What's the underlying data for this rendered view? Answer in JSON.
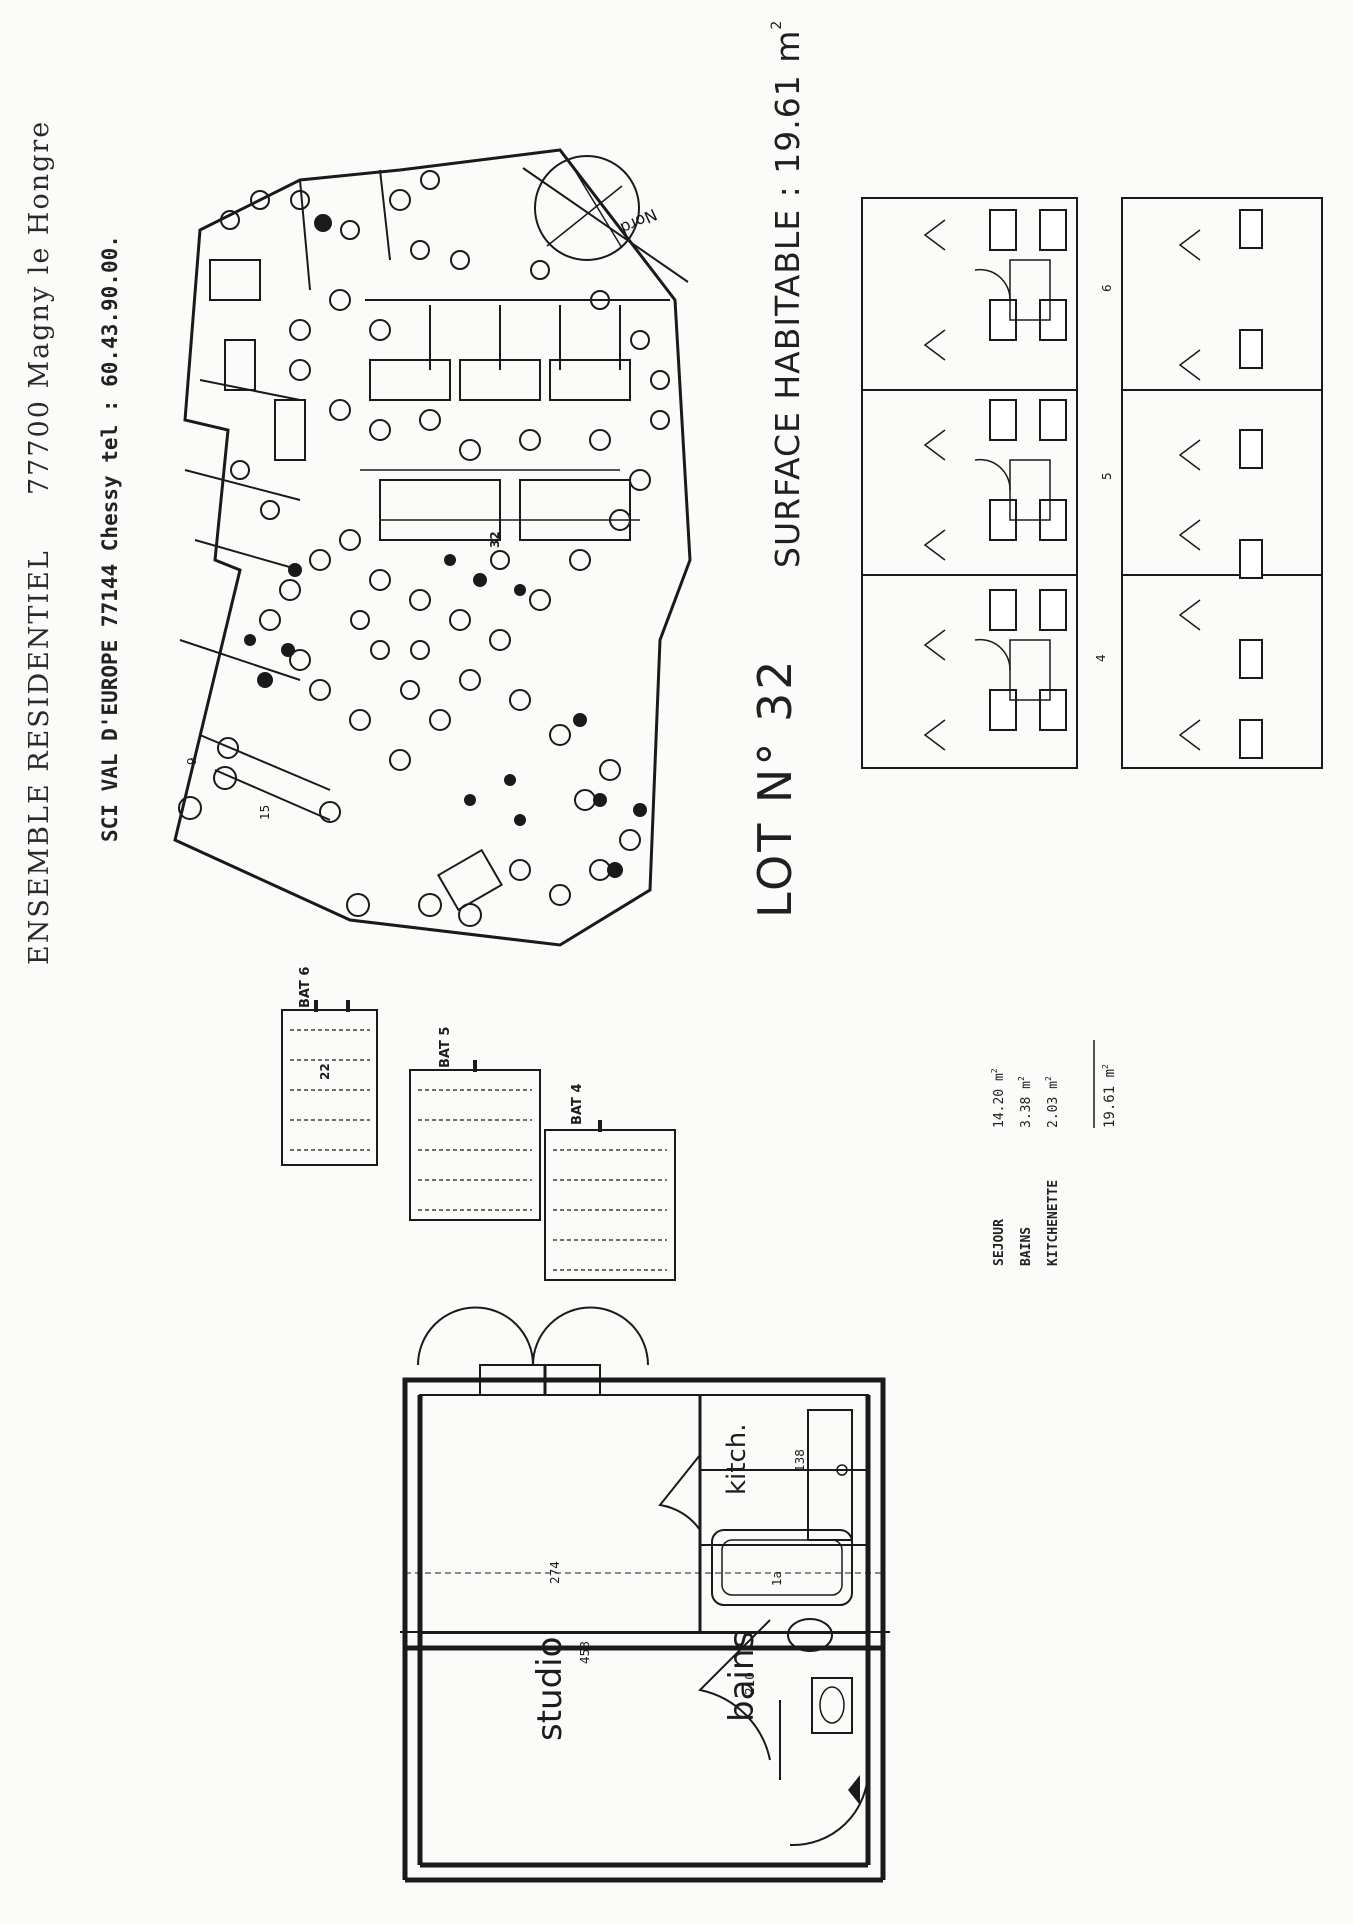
{
  "header": {
    "title": "ENSEMBLE RESIDENTIEL",
    "city": "77700 Magny le Hongre",
    "company": "SCI VAL D'EUROPE 77144 Chessy  tel : 60.43.90.00."
  },
  "lot": {
    "label": "LOT N° 32",
    "surface_label": "SURFACE HABITABLE : 19.61 m",
    "surface_unit_sup": "2"
  },
  "site_plan": {
    "north_label": "Nord",
    "lot_number": "32",
    "plot_labels": [
      "15",
      "9"
    ]
  },
  "facades": {
    "building_numbers": [
      "4",
      "5",
      "6"
    ]
  },
  "building_plan": {
    "buildings": [
      "BAT 6",
      "BAT 5",
      "BAT 4"
    ],
    "unit_number": "22"
  },
  "surface_table": {
    "rows": [
      {
        "label": "SEJOUR",
        "value": "14.20 m"
      },
      {
        "label": "BAINS",
        "value": "3.38 m"
      },
      {
        "label": "KITCHENETTE",
        "value": "2.03 m"
      }
    ],
    "total": "19.61 m",
    "unit_sup": "2"
  },
  "floor_plan": {
    "rooms": {
      "studio": "studio",
      "bains": "bains",
      "kitch": "kitch."
    },
    "dims": {
      "width": "274",
      "depth": "458",
      "kitch_depth": "138",
      "bath_depth": "210"
    },
    "tub_label": "1a"
  }
}
